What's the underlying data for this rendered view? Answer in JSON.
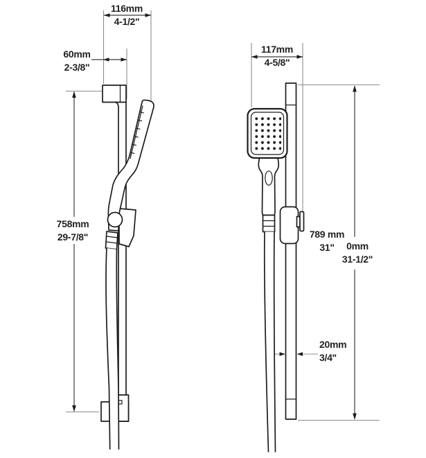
{
  "diagram": {
    "left_view": {
      "head_reach": {
        "mm": "116mm",
        "in": "4-1/2\""
      },
      "wall_offset": {
        "mm": "60mm",
        "in": "2-3/8\""
      },
      "bar_length": {
        "mm": "758mm",
        "in": "29-7/8\""
      }
    },
    "front_view": {
      "head_width": {
        "mm": "117mm",
        "in": "4-5/8\""
      },
      "hose_length": {
        "mm": "789 mm",
        "in": "31\""
      },
      "overall_height": {
        "mm": "0mm",
        "in": "31-1/2\""
      },
      "bar_width": {
        "mm": "20mm",
        "in": "3/4\""
      }
    },
    "colors": {
      "object_line": "#1c1c1c",
      "dimension_line": "#3a3a3a",
      "extension_line": "#8c8c8c",
      "text": "#231f20",
      "background": "#ffffff"
    }
  }
}
